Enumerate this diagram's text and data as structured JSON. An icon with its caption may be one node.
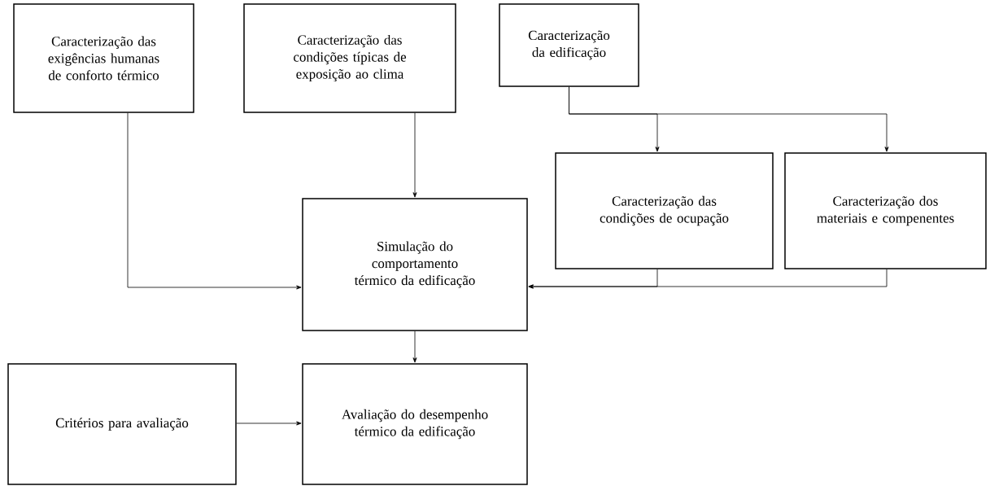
{
  "diagram": {
    "nodes": [
      {
        "text": [
          "Caracterização das exigências humanas de conforto térmico"
        ]
      },
      {
        "text": [
          "Caracterização das condições típicas de exposição ao clima"
        ]
      },
      {
        "text": [
          "Caracterização da edificação"
        ]
      },
      {
        "text": [
          "Caracterização das condições de ocupação"
        ]
      },
      {
        "text": [
          "Caracterização dos materiais e compenentes"
        ]
      },
      {
        "text": [
          "Simulação do comportamento térmico da edificação"
        ]
      },
      {
        "text": [
          "Critérios para avaliação"
        ]
      },
      {
        "text": [
          "Avaliação do desempenho térmico da edificação"
        ]
      }
    ],
    "edges": [
      {
        "from": 0,
        "to": 5,
        "arrow": "to"
      },
      {
        "from": 1,
        "to": 5,
        "arrow": "to"
      },
      {
        "from": 2,
        "to": 3,
        "arrow": "to"
      },
      {
        "from": 2,
        "to": 4,
        "arrow": "to"
      },
      {
        "from": 3,
        "to": 5,
        "arrow": "to"
      },
      {
        "from": 4,
        "to": 5,
        "arrow": "to"
      },
      {
        "from": 5,
        "to": 7,
        "arrow": "to"
      },
      {
        "from": 6,
        "to": 7,
        "arrow": "to"
      }
    ]
  }
}
